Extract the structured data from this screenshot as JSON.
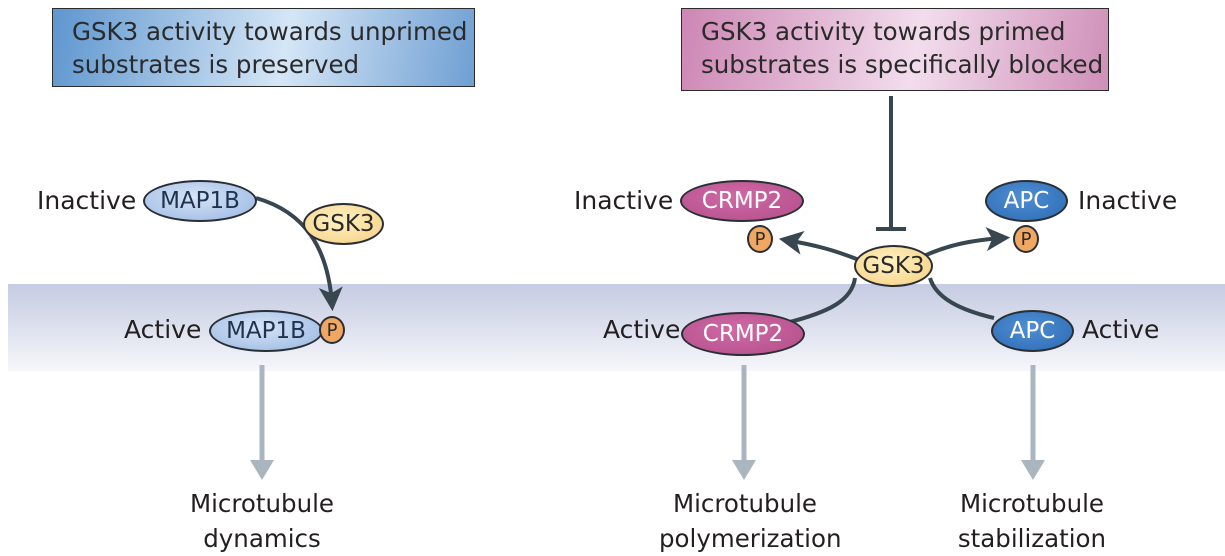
{
  "header": {
    "left_box": {
      "line1": "GSK3 activity towards unprimed",
      "line2": "substrates is preserved"
    },
    "right_box": {
      "line1": "GSK3 activity towards primed",
      "line2": "substrates is specifically blocked"
    }
  },
  "labels": {
    "inactive": "Inactive",
    "active": "Active"
  },
  "proteins": {
    "map1b": "MAP1B",
    "crmp2": "CRMP2",
    "apc": "APC",
    "gsk3": "GSK3",
    "phospho": "P"
  },
  "outcomes": {
    "dynamics": {
      "line1": "Microtubule",
      "line2": "dynamics"
    },
    "polymerization": {
      "line1": "Microtubule",
      "line2": "polymerization"
    },
    "stabilization": {
      "line1": "Microtubule",
      "line2": "stabilization"
    }
  },
  "colors": {
    "left_box": "#8db4e0",
    "right_box": "#e2b4d3",
    "membrane": "#d3d8ea",
    "map1b": "#a9c3e8",
    "crmp2": "#c05c98",
    "apc": "#3a7cc4",
    "gsk3": "#fbe0a0",
    "phospho": "#f0a762",
    "pathway_arrow": "#a9b6bf",
    "reaction_arrow": "#384650"
  }
}
